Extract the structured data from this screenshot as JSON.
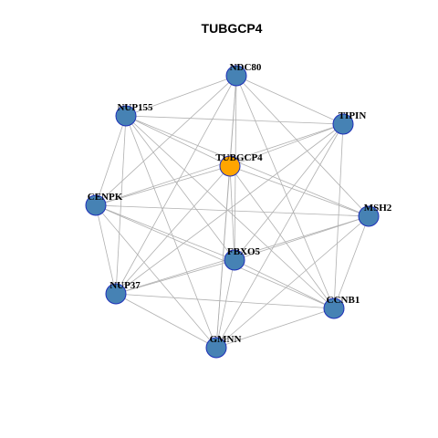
{
  "title": "TUBGCP4",
  "colors": {
    "hub_fill": "#FFA500",
    "node_fill": "#4682B4",
    "node_stroke": "#1E2FB8",
    "edge": "#b0b0b0"
  },
  "nodes": [
    {
      "id": "NDC80",
      "label": "NDC80",
      "hub": false
    },
    {
      "id": "NUP155",
      "label": "NUP155",
      "hub": false
    },
    {
      "id": "TIPIN",
      "label": "TIPIN",
      "hub": false
    },
    {
      "id": "TUBGCP4",
      "label": "TUBGCP4",
      "hub": true
    },
    {
      "id": "CENPK",
      "label": "CENPK",
      "hub": false
    },
    {
      "id": "MSH2",
      "label": "MSH2",
      "hub": false
    },
    {
      "id": "FBXO5",
      "label": "FBXO5",
      "hub": false
    },
    {
      "id": "NUP37",
      "label": "NUP37",
      "hub": false
    },
    {
      "id": "CCNB1",
      "label": "CCNB1",
      "hub": false
    },
    {
      "id": "GMNN",
      "label": "GMNN",
      "hub": false
    }
  ],
  "edges": [
    [
      "NDC80",
      "NUP155"
    ],
    [
      "NDC80",
      "TIPIN"
    ],
    [
      "NDC80",
      "TUBGCP4"
    ],
    [
      "NDC80",
      "CENPK"
    ],
    [
      "NDC80",
      "MSH2"
    ],
    [
      "NDC80",
      "FBXO5"
    ],
    [
      "NDC80",
      "NUP37"
    ],
    [
      "NDC80",
      "CCNB1"
    ],
    [
      "NDC80",
      "GMNN"
    ],
    [
      "NUP155",
      "TIPIN"
    ],
    [
      "NUP155",
      "TUBGCP4"
    ],
    [
      "NUP155",
      "CENPK"
    ],
    [
      "NUP155",
      "MSH2"
    ],
    [
      "NUP155",
      "FBXO5"
    ],
    [
      "NUP155",
      "NUP37"
    ],
    [
      "NUP155",
      "CCNB1"
    ],
    [
      "NUP155",
      "GMNN"
    ],
    [
      "TIPIN",
      "TUBGCP4"
    ],
    [
      "TIPIN",
      "CENPK"
    ],
    [
      "TIPIN",
      "FBXO5"
    ],
    [
      "TIPIN",
      "NUP37"
    ],
    [
      "TIPIN",
      "CCNB1"
    ],
    [
      "TIPIN",
      "GMNN"
    ],
    [
      "TUBGCP4",
      "CENPK"
    ],
    [
      "TUBGCP4",
      "MSH2"
    ],
    [
      "TUBGCP4",
      "FBXO5"
    ],
    [
      "TUBGCP4",
      "NUP37"
    ],
    [
      "TUBGCP4",
      "CCNB1"
    ],
    [
      "TUBGCP4",
      "GMNN"
    ],
    [
      "CENPK",
      "MSH2"
    ],
    [
      "CENPK",
      "FBXO5"
    ],
    [
      "CENPK",
      "NUP37"
    ],
    [
      "CENPK",
      "CCNB1"
    ],
    [
      "CENPK",
      "GMNN"
    ],
    [
      "MSH2",
      "FBXO5"
    ],
    [
      "MSH2",
      "NUP37"
    ],
    [
      "MSH2",
      "CCNB1"
    ],
    [
      "MSH2",
      "GMNN"
    ],
    [
      "FBXO5",
      "NUP37"
    ],
    [
      "FBXO5",
      "CCNB1"
    ],
    [
      "FBXO5",
      "GMNN"
    ],
    [
      "NUP37",
      "CCNB1"
    ],
    [
      "NUP37",
      "GMNN"
    ],
    [
      "CCNB1",
      "GMNN"
    ]
  ]
}
